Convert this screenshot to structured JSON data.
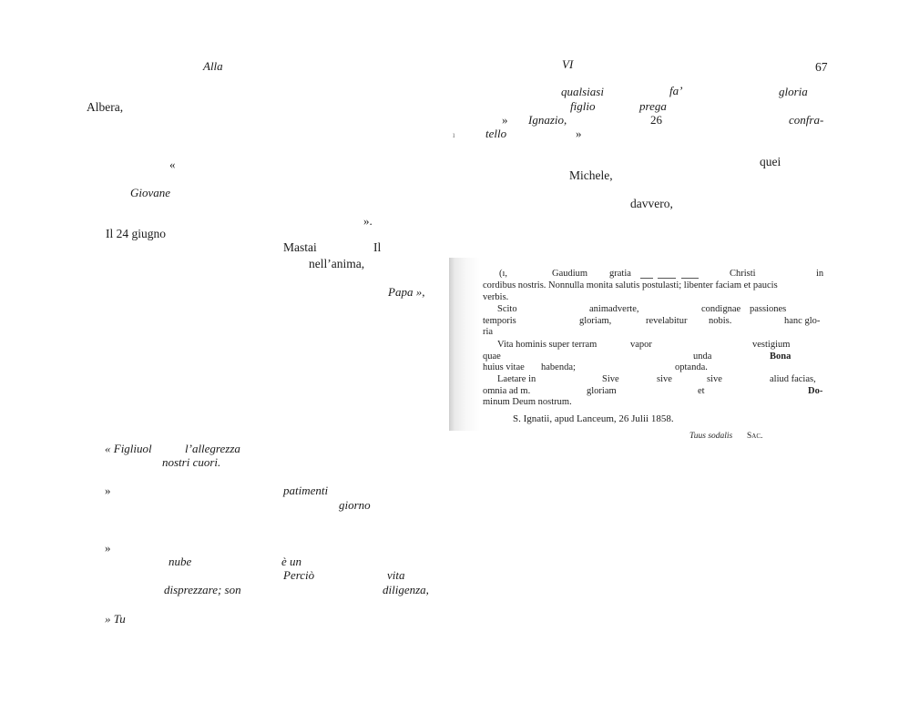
{
  "page": {
    "header_left": "Alla",
    "header_center": "VI",
    "page_number": "67"
  },
  "left_column": {
    "albera": "Albera,",
    "quote_open": "«",
    "giovane": "Giovane",
    "closing_mark": "».",
    "date_line": "Il 24 giugno",
    "mastai": "Mastai",
    "il": "Il",
    "nellanima": "nell’anima,",
    "papa": "Papa »,",
    "figliuol": "« Figliuol",
    "allegrezza": "l’allegrezza",
    "nostri_cuori": "nostri cuori.",
    "q1": "»",
    "patimenti": "patimenti",
    "giorno": "giorno",
    "q2": "»",
    "nube": "nube",
    "e_un": "è un",
    "percio": "Perciò",
    "vita": "vita",
    "disprezzare": "disprezzare; son",
    "diligenza": "diligenza,",
    "tu": "» Tu"
  },
  "right_column": {
    "qualsiasi": "qualsiasi",
    "fa": "fa’",
    "gloria": "gloria",
    "figlio": "figlio",
    "prega": "prega",
    "q_mark": "»",
    "ignazio": "Ignazio,",
    "num_26": "26",
    "confra": "confra-",
    "tick": "ı",
    "tello": "tello",
    "q_close": "»",
    "quei": "quei",
    "michele": "Michele,",
    "davvero": "davvero,"
  },
  "latin_letter": {
    "l1a": "(ı,",
    "l1b": "Gaudium",
    "l1c": "gratia",
    "l1d": "Christi",
    "l1e": "in",
    "l2": "cordibus nostris. Nonnulla monita salutis postulasti; libenter faciam et paucis",
    "l3": "verbis.",
    "l4a": "Scito",
    "l4b": "animadverte,",
    "l4c": "condignae",
    "l4d": "passiones",
    "l5a": "temporis",
    "l5b": "gloriam,",
    "l5c": "revelabitur",
    "l5d": "nobis.",
    "l5e": "hanc glo-",
    "l6": "ria",
    "l7a": "Vita hominis super terram",
    "l7b": "vapor",
    "l7c": "vestigium",
    "l8a": "quae",
    "l8b": "unda",
    "l8c": "Bona",
    "l9a": "huius vitae",
    "l9b": "habenda;",
    "l9c": "optanda.",
    "l10a": "Laetare in",
    "l10b": "Sive",
    "l10c": "sive",
    "l10d": "sive",
    "l10e": "aliud facias,",
    "l11a": "omnia ad m.",
    "l11b": "gloriam",
    "l11c": "et",
    "l11d": "Do-",
    "l12": "minum Deum nostrum.",
    "l13": "S. Ignatii, apud Lanceum, 26 Julii 1858.",
    "l14a": "Tuus sodalis",
    "l14b": "Sac."
  }
}
